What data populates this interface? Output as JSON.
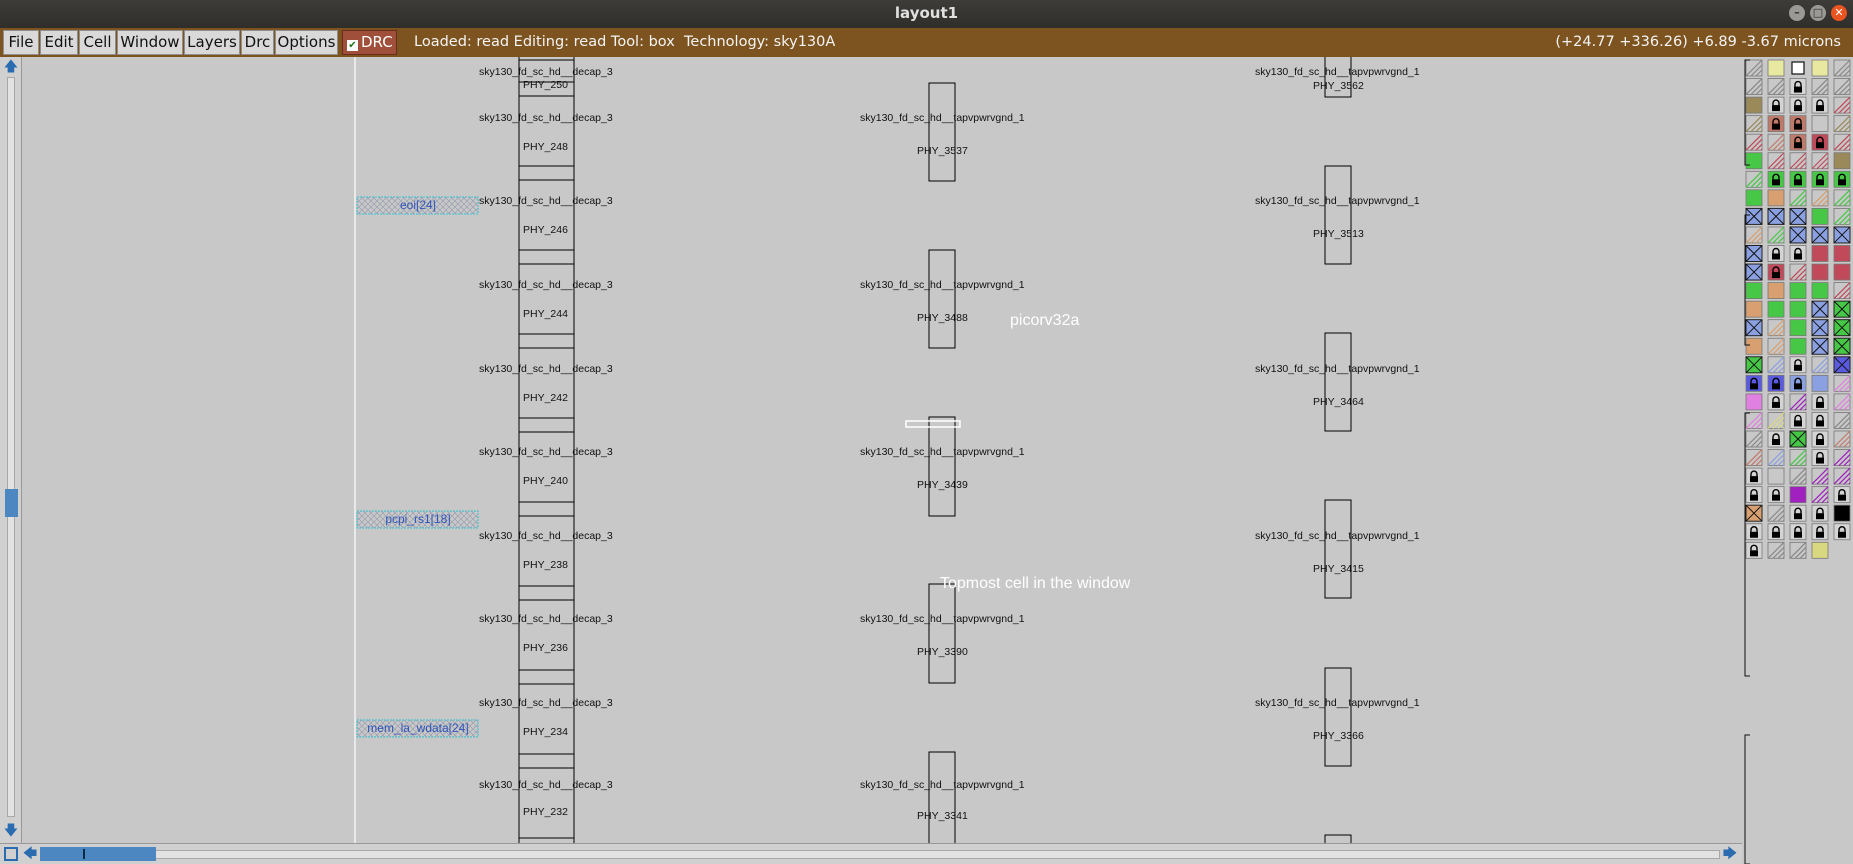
{
  "window": {
    "title": "layout1",
    "buttons": [
      "minimize",
      "maximize",
      "close"
    ]
  },
  "menu": {
    "items": [
      "File",
      "Edit",
      "Cell",
      "Window",
      "Layers",
      "Drc",
      "Options"
    ],
    "drc_label": "DRC",
    "drc_checked": true
  },
  "status": {
    "text": "Loaded: read Editing: read Tool: box  Technology: sky130A",
    "coords": "(+24.77 +336.26) +6.89 -3.67 microns"
  },
  "canvas": {
    "labels": {
      "cell_name": "picorv32a",
      "topmost_hint": "Topmost cell in the window"
    },
    "pins": [
      "eoi[24]",
      "pcpi_rs1[18]",
      "mem_la_wdata[24]"
    ],
    "decap_cells": [
      {
        "type": "sky130_fd_sc_hd__decap_3",
        "id": "PHY_250"
      },
      {
        "type": "sky130_fd_sc_hd__decap_3",
        "id": "PHY_248"
      },
      {
        "type": "sky130_fd_sc_hd__decap_3",
        "id": "PHY_246"
      },
      {
        "type": "sky130_fd_sc_hd__decap_3",
        "id": "PHY_244"
      },
      {
        "type": "sky130_fd_sc_hd__decap_3",
        "id": "PHY_242"
      },
      {
        "type": "sky130_fd_sc_hd__decap_3",
        "id": "PHY_240"
      },
      {
        "type": "sky130_fd_sc_hd__decap_3",
        "id": "PHY_238"
      },
      {
        "type": "sky130_fd_sc_hd__decap_3",
        "id": "PHY_236"
      },
      {
        "type": "sky130_fd_sc_hd__decap_3",
        "id": "PHY_234"
      },
      {
        "type": "sky130_fd_sc_hd__decap_3",
        "id": "PHY_232"
      }
    ],
    "tap_cells_mid": [
      {
        "type": "sky130_fd_sc_hd__tapvpwrvgnd_1",
        "id": "PHY_3537"
      },
      {
        "type": "sky130_fd_sc_hd__tapvpwrvgnd_1",
        "id": "PHY_3488"
      },
      {
        "type": "sky130_fd_sc_hd__tapvpwrvgnd_1",
        "id": "PHY_3439"
      },
      {
        "type": "sky130_fd_sc_hd__tapvpwrvgnd_1",
        "id": "PHY_3390"
      },
      {
        "type": "sky130_fd_sc_hd__tapvpwrvgnd_1",
        "id": "PHY_3341"
      }
    ],
    "tap_cells_right": [
      {
        "type": "sky130_fd_sc_hd__tapvpwrvgnd_1",
        "id": "PHY_3562"
      },
      {
        "type": "sky130_fd_sc_hd__tapvpwrvgnd_1",
        "id": "PHY_3513"
      },
      {
        "type": "sky130_fd_sc_hd__tapvpwrvgnd_1",
        "id": "PHY_3464"
      },
      {
        "type": "sky130_fd_sc_hd__tapvpwrvgnd_1",
        "id": "PHY_3415"
      },
      {
        "type": "sky130_fd_sc_hd__tapvpwrvgnd_1",
        "id": "PHY_3366"
      }
    ]
  },
  "palette": {
    "colors": [
      "#c8c8c8",
      "#e8e8a0",
      "#9a8a5a",
      "#c07a6a",
      "#c04a5a",
      "#46c846",
      "#d8a070",
      "#8aa0e0",
      "#5a5ae0",
      "#e080e0",
      "#a020c0",
      "#d8d880",
      "#000000"
    ]
  }
}
